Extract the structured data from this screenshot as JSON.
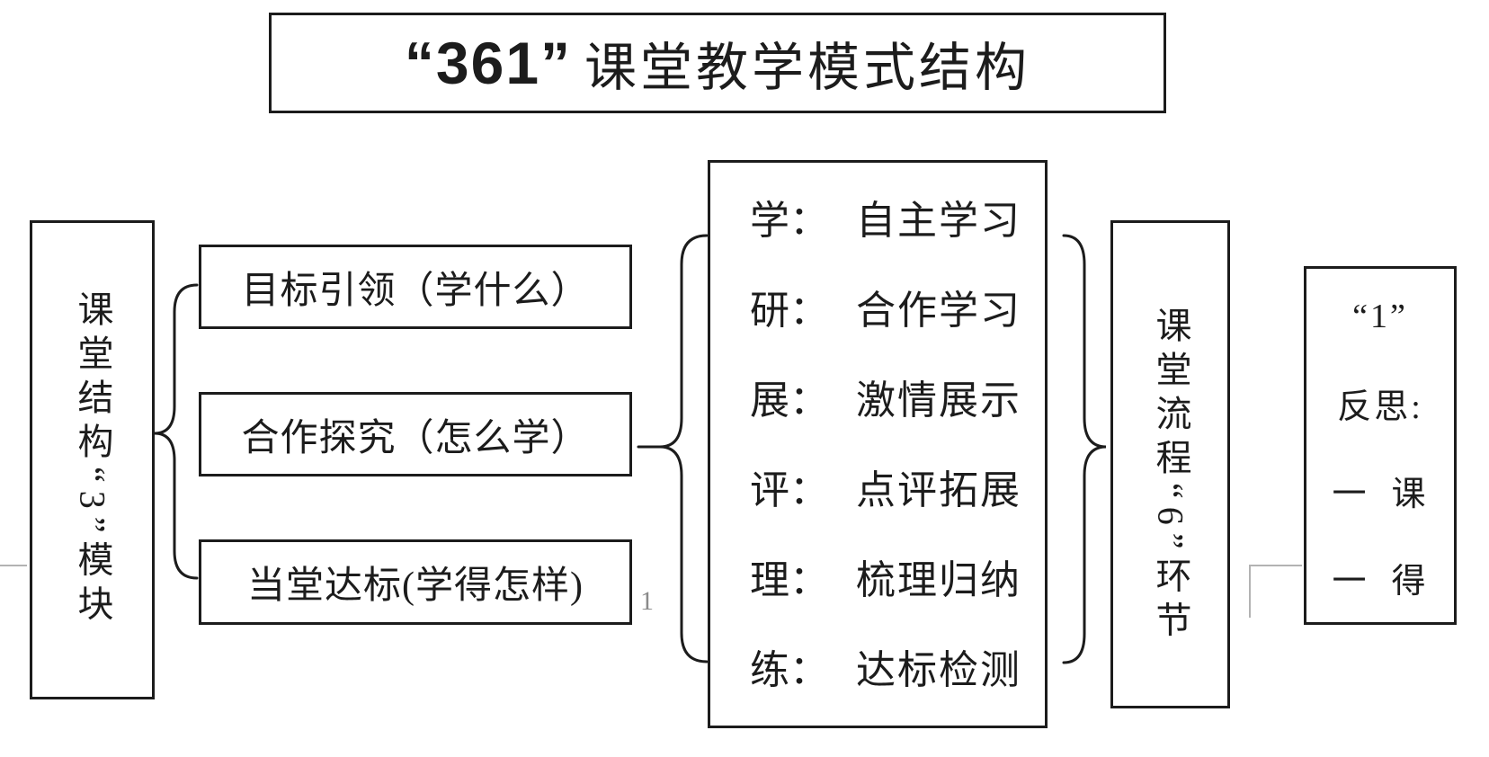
{
  "title": {
    "number": "“361”",
    "text": "课堂教学模式结构"
  },
  "left_module_box": {
    "text": "课堂结构“3”模块"
  },
  "structure_boxes": [
    {
      "label": "目标引领（学什么）"
    },
    {
      "label": "合作探究（怎么学）"
    },
    {
      "label": "当堂达标(学得怎样)"
    }
  ],
  "process_box": {
    "rows": [
      {
        "key": "学：",
        "value": "自主学习"
      },
      {
        "key": "研：",
        "value": "合作学习"
      },
      {
        "key": "展：",
        "value": "激情展示"
      },
      {
        "key": "评：",
        "value": "点评拓展"
      },
      {
        "key": "理：",
        "value": "梳理归纳"
      },
      {
        "key": "练：",
        "value": "达标检测"
      }
    ]
  },
  "flow_box": {
    "text": "课堂流程“6”环节"
  },
  "reflection_box": {
    "lines": [
      "“1”",
      "反思:",
      "一  课",
      "一  得"
    ]
  },
  "page_number": "1",
  "colors": {
    "line": "#1c1c1c",
    "faint_line": "#b3b3b3",
    "page_number_gray": "#8a8a8a",
    "background": "#ffffff"
  }
}
